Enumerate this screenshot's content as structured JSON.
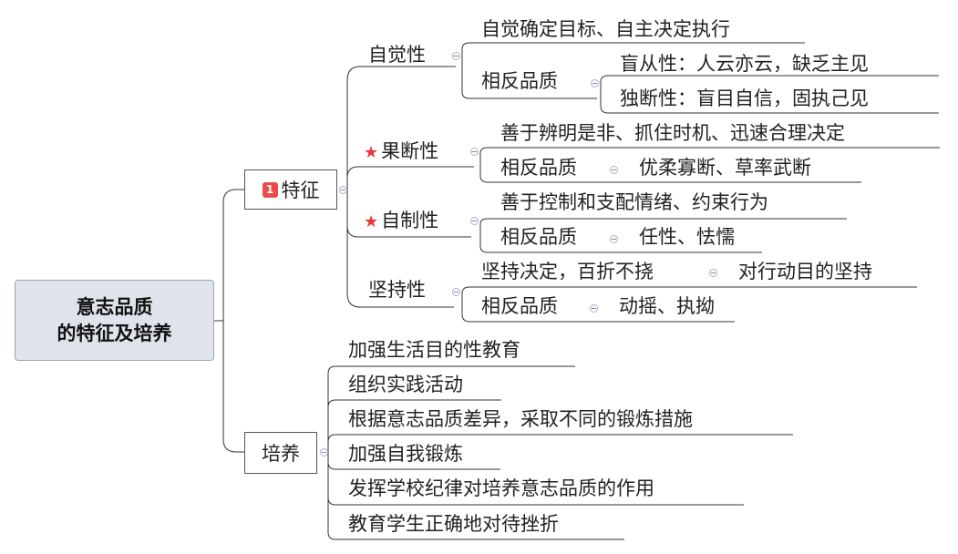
{
  "root": {
    "line1": "意志品质",
    "line2": "的特征及培养"
  },
  "features": {
    "label": "特征",
    "badge": "1",
    "items": [
      {
        "name": "自觉性",
        "star": false,
        "desc": "自觉确定目标、自主决定执行",
        "opposite_label": "相反品质",
        "opposites": [
          "盲从性：人云亦云，缺乏主见",
          "独断性：盲目自信，固执己见"
        ]
      },
      {
        "name": "果断性",
        "star": true,
        "desc": "善于辨明是非、抓住时机、迅速合理决定",
        "opposite_label": "相反品质",
        "opposite": "优柔寡断、草率武断"
      },
      {
        "name": "自制性",
        "star": true,
        "desc": "善于控制和支配情绪、约束行为",
        "opposite_label": "相反品质",
        "opposite": "任性、怯懦"
      },
      {
        "name": "坚持性",
        "star": false,
        "desc": "坚持决定，百折不挠",
        "desc_child": "对行动目的坚持",
        "opposite_label": "相反品质",
        "opposite": "动摇、执拗"
      }
    ]
  },
  "cultivation": {
    "label": "培养",
    "items": [
      "加强生活目的性教育",
      "组织实践活动",
      "根据意志品质差异，采取不同的锻炼措施",
      "加强自我锻炼",
      "发挥学校纪律对培养意志品质的作用",
      "教育学生正确地对待挫折"
    ]
  },
  "colors": {
    "root_fill": "#dfe4ec",
    "line": "#333333",
    "star": "#e53935",
    "badge": "#e94b4b"
  },
  "icons": {
    "star": "star-icon",
    "badge": "priority-1-icon",
    "collapse": "collapse-toggle-icon"
  }
}
